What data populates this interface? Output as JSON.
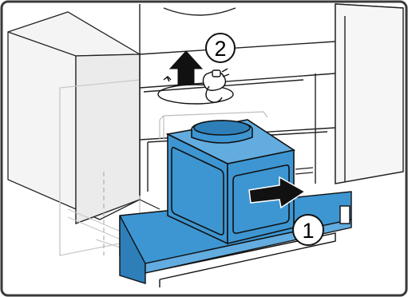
{
  "figure": {
    "steps": [
      {
        "number": "1",
        "action": "push-in"
      },
      {
        "number": "2",
        "action": "connect-plug"
      }
    ],
    "colors": {
      "frame": "#3a3a3a",
      "unit_fill": "#3d96d2",
      "unit_fill_dark": "#2e7fb8",
      "unit_top": "#62acdf",
      "stroke": "#111111",
      "cabinet_fill": "#f2f2f2",
      "cabinet_side": "#e6e6e6",
      "ghost": "#c8c8c8"
    },
    "icons": [
      "arrow-up-icon",
      "arrow-right-icon",
      "plug-icon",
      "socket-icon"
    ]
  }
}
